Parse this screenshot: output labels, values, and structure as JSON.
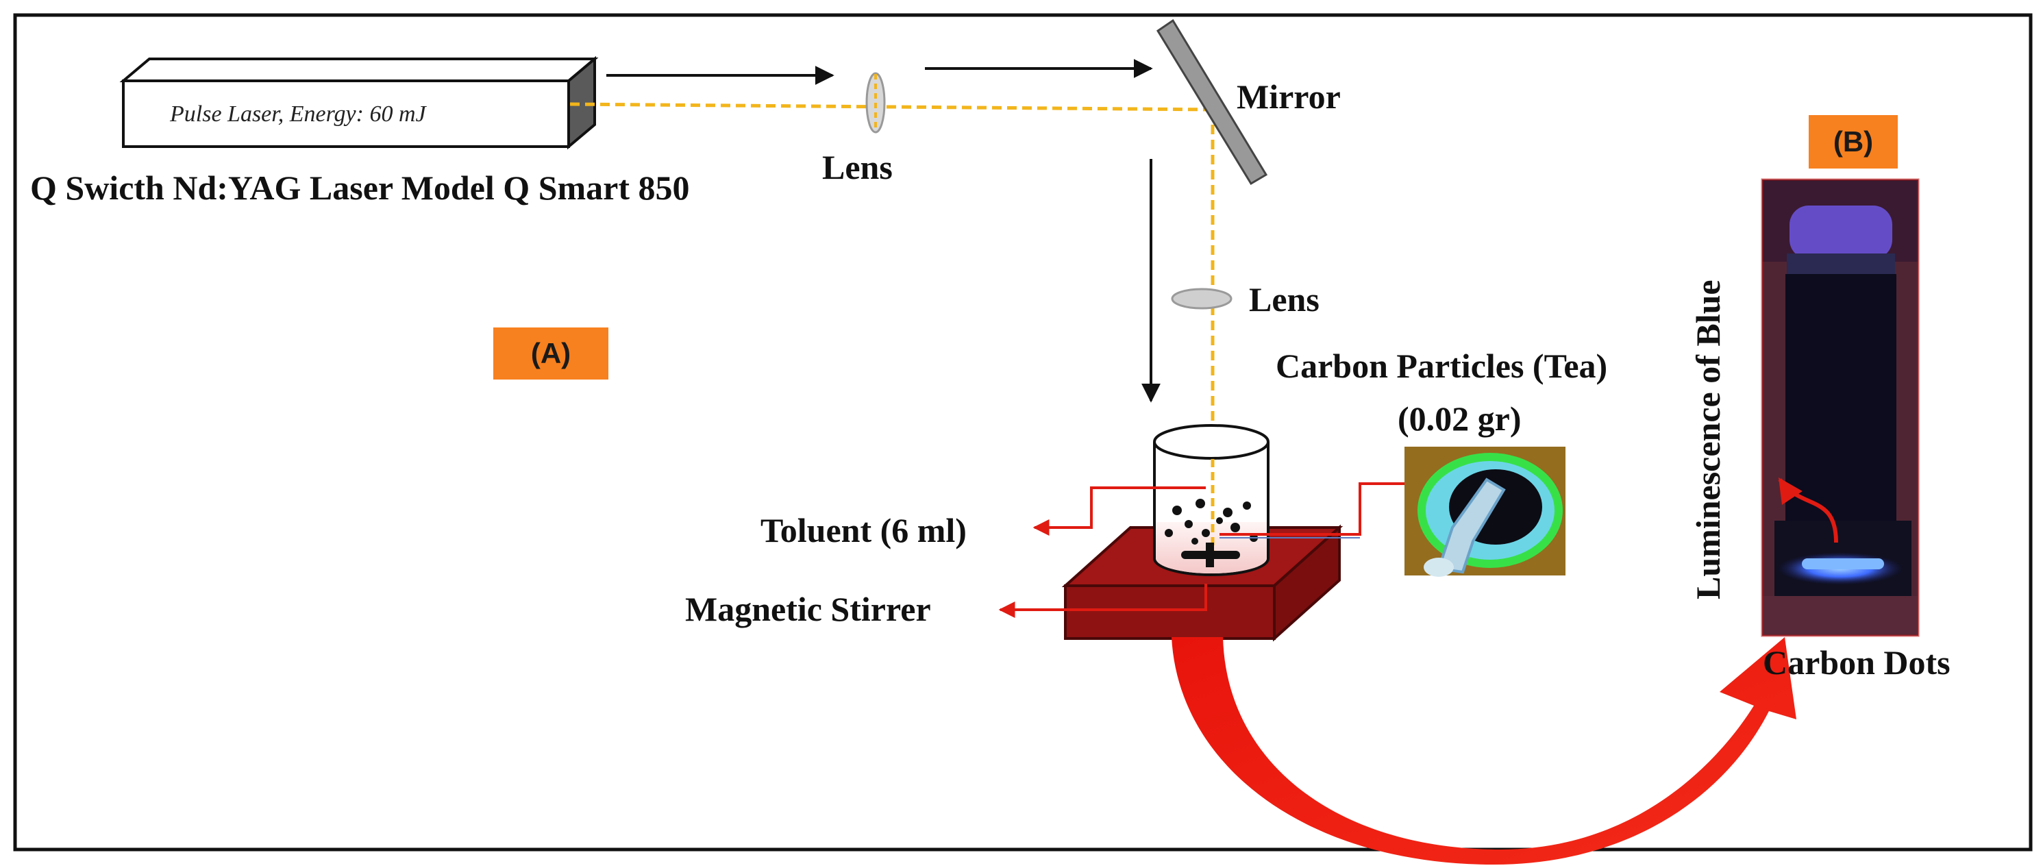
{
  "laser": {
    "inner_text": "Pulse Laser, Energy:  60 mJ",
    "model_label": "Q Swicth Nd:YAG Laser Model Q Smart 850"
  },
  "labels": {
    "lens_1": "Lens",
    "mirror": "Mirror",
    "lens_2": "Lens",
    "carbon_particles": "Carbon Particles (Tea)",
    "carbon_amount": "(0.02 gr)",
    "toluent": "Toluent (6 ml)",
    "magnetic_stirrer": "Magnetic Stirrer",
    "luminescence": "Luminescence of Blue",
    "carbon_dots": "Carbon Dots"
  },
  "panels": {
    "a": "(A)",
    "b": "(B)"
  },
  "colors": {
    "beam": "#f2b51b",
    "arrow_red": "#e01b12",
    "stirrer_red": "#8e1212",
    "tag_orange": "#f7801f",
    "glow_blue": "#3f6cff"
  }
}
